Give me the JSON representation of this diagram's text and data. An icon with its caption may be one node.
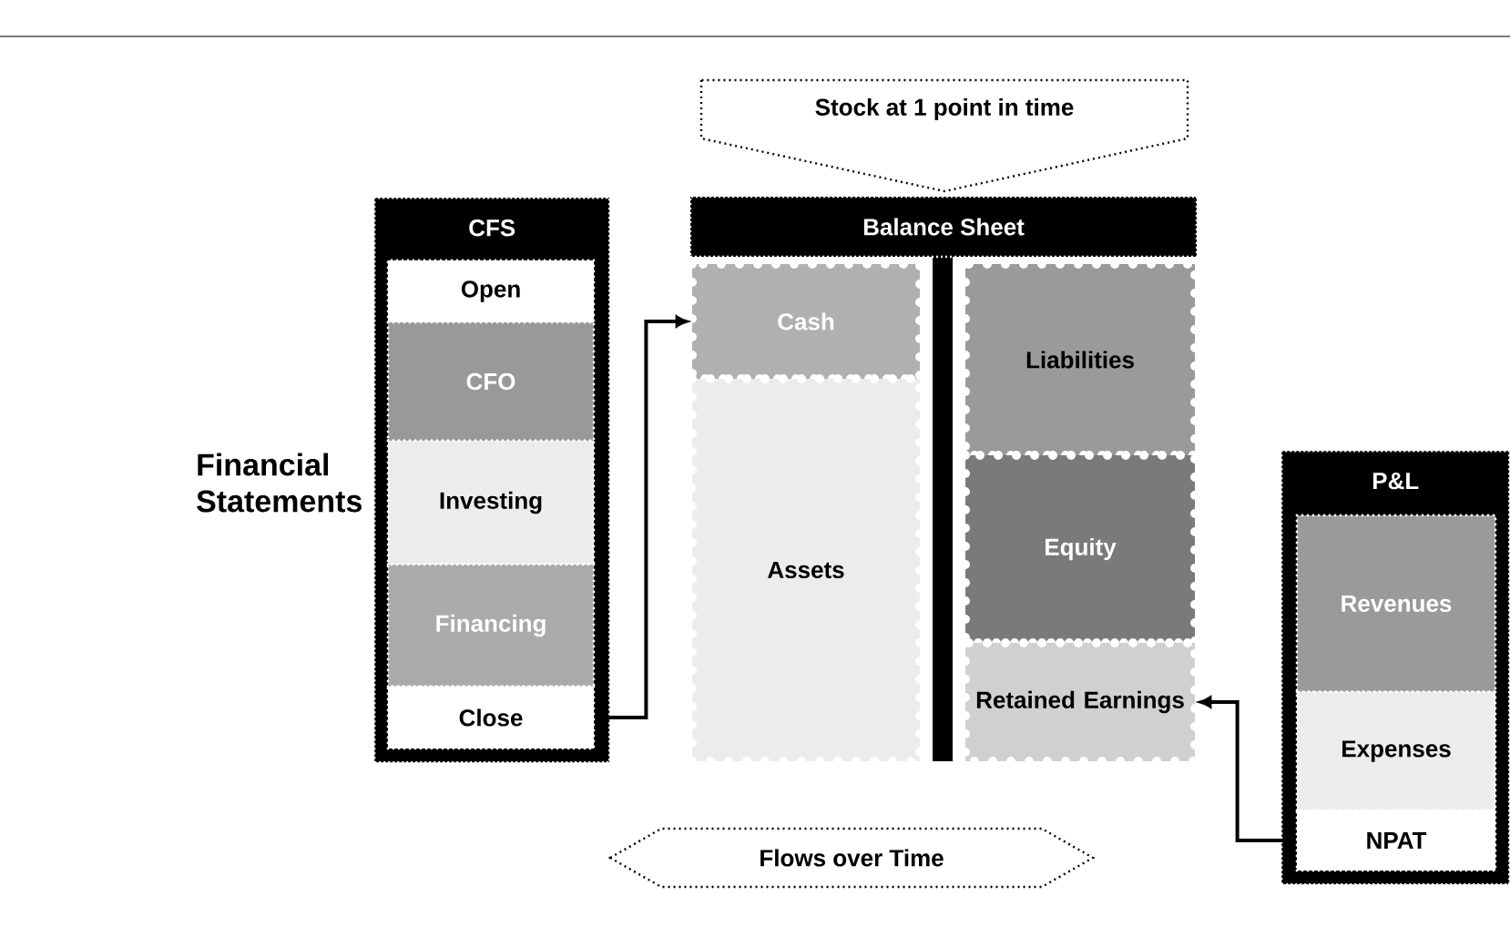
{
  "diagram": {
    "nodes": [
      {
        "text": [
          "CFS"
        ]
      },
      {
        "text": [
          "Open"
        ],
        "in": 0
      },
      {
        "text": [
          "CFO"
        ],
        "in": 0
      },
      {
        "text": [
          "Investing"
        ],
        "in": 0
      },
      {
        "text": [
          "Financing"
        ],
        "in": 0
      },
      {
        "text": [
          "Close"
        ],
        "in": 0
      },
      {
        "text": [
          "Stock at 1 point in time"
        ]
      },
      {
        "text": [
          "Balance Sheet"
        ]
      },
      {
        "text": [
          "Cash"
        ]
      },
      {
        "text": [
          "Assets"
        ]
      },
      {
        "text": [
          "Liabilities"
        ]
      },
      {
        "text": [
          "Equity"
        ]
      },
      {
        "text": [
          "Retained Earnings"
        ]
      },
      {
        "text": [
          "P&L"
        ]
      },
      {
        "text": [
          "Revenues"
        ],
        "in": 13
      },
      {
        "text": [
          "Expenses"
        ],
        "in": 13
      },
      {
        "text": [
          "NPAT"
        ],
        "in": 13
      },
      {
        "text": [
          "Flows over Time"
        ]
      }
    ],
    "edges": [
      {
        "from": 5,
        "to": 8,
        "arrow": "to"
      },
      {
        "from": 16,
        "to": 12,
        "arrow": "to"
      }
    ],
    "labels": [
      "Financial Statements"
    ]
  }
}
